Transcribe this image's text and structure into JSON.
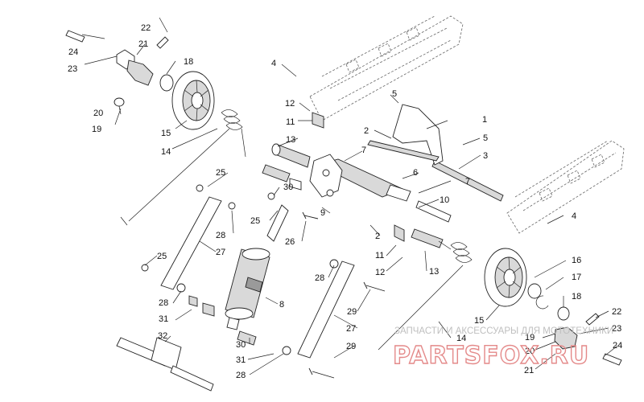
{
  "callouts": [
    {
      "id": "22a",
      "label": "22"
    },
    {
      "id": "21a",
      "label": "21"
    },
    {
      "id": "24a",
      "label": "24"
    },
    {
      "id": "23a",
      "label": "23"
    },
    {
      "id": "18a",
      "label": "18"
    },
    {
      "id": "20a",
      "label": "20"
    },
    {
      "id": "19a",
      "label": "19"
    },
    {
      "id": "15a",
      "label": "15"
    },
    {
      "id": "14a",
      "label": "14"
    },
    {
      "id": "4a",
      "label": "4"
    },
    {
      "id": "12a",
      "label": "12"
    },
    {
      "id": "11a",
      "label": "11"
    },
    {
      "id": "13a",
      "label": "13"
    },
    {
      "id": "5a",
      "label": "5"
    },
    {
      "id": "1",
      "label": "1"
    },
    {
      "id": "2a",
      "label": "2"
    },
    {
      "id": "5b",
      "label": "5"
    },
    {
      "id": "7a",
      "label": "7"
    },
    {
      "id": "3",
      "label": "3"
    },
    {
      "id": "6",
      "label": "6"
    },
    {
      "id": "7b",
      "label": "7"
    },
    {
      "id": "10",
      "label": "10"
    },
    {
      "id": "25a",
      "label": "25"
    },
    {
      "id": "30a",
      "label": "30"
    },
    {
      "id": "25b",
      "label": "25"
    },
    {
      "id": "9",
      "label": "9"
    },
    {
      "id": "2b",
      "label": "2"
    },
    {
      "id": "4b",
      "label": "4"
    },
    {
      "id": "28a",
      "label": "28"
    },
    {
      "id": "26",
      "label": "26"
    },
    {
      "id": "11b",
      "label": "11"
    },
    {
      "id": "27a",
      "label": "27"
    },
    {
      "id": "25c",
      "label": "25"
    },
    {
      "id": "12b",
      "label": "12"
    },
    {
      "id": "13b",
      "label": "13"
    },
    {
      "id": "16",
      "label": "16"
    },
    {
      "id": "28b",
      "label": "28"
    },
    {
      "id": "17",
      "label": "17"
    },
    {
      "id": "8",
      "label": "8"
    },
    {
      "id": "28c",
      "label": "28"
    },
    {
      "id": "15b",
      "label": "15"
    },
    {
      "id": "18b",
      "label": "18"
    },
    {
      "id": "31a",
      "label": "31"
    },
    {
      "id": "29a",
      "label": "29"
    },
    {
      "id": "22b",
      "label": "22"
    },
    {
      "id": "14b",
      "label": "14"
    },
    {
      "id": "19b",
      "label": "19"
    },
    {
      "id": "23b",
      "label": "23"
    },
    {
      "id": "32",
      "label": "32"
    },
    {
      "id": "27b",
      "label": "27"
    },
    {
      "id": "20b",
      "label": "20"
    },
    {
      "id": "24b",
      "label": "24"
    },
    {
      "id": "30b",
      "label": "30"
    },
    {
      "id": "29b",
      "label": "29"
    },
    {
      "id": "31b",
      "label": "31"
    },
    {
      "id": "21b",
      "label": "21"
    },
    {
      "id": "28d",
      "label": "28"
    }
  ],
  "watermark": {
    "caption": "ЗАПЧАСТИ И АКСЕССУАРЫ ДЛЯ МОТОТЕХНИКИ",
    "brand": "PARTSFOX.RU"
  }
}
